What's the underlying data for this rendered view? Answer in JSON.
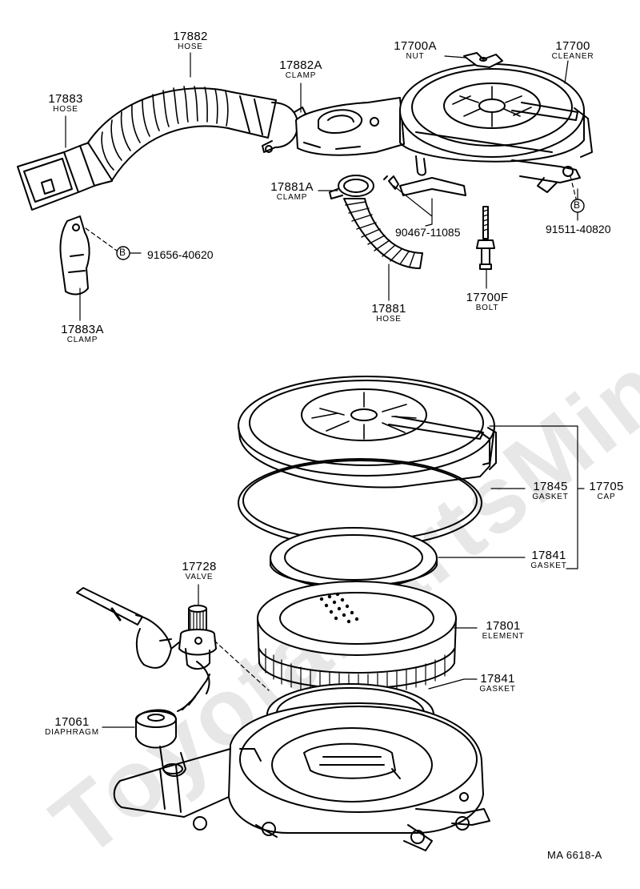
{
  "watermark": "ToyotaPartsMine.ru",
  "diagram_code": "MA 6618-A",
  "bolt_marker": "B",
  "parts": {
    "p17882": {
      "num": "17882",
      "name": "HOSE"
    },
    "p17883": {
      "num": "17883",
      "name": "HOSE"
    },
    "p17882A": {
      "num": "17882A",
      "name": "CLAMP"
    },
    "p17700A": {
      "num": "17700A",
      "name": "NUT"
    },
    "p17700": {
      "num": "17700",
      "name": "CLEANER"
    },
    "p17881A": {
      "num": "17881A",
      "name": "CLAMP"
    },
    "p90467": {
      "num": "90467-11085"
    },
    "p91511": {
      "num": "91511-40820"
    },
    "p91656": {
      "num": "91656-40620"
    },
    "p17881": {
      "num": "17881",
      "name": "HOSE"
    },
    "p17700F": {
      "num": "17700F",
      "name": "BOLT"
    },
    "p17883A": {
      "num": "17883A",
      "name": "CLAMP"
    },
    "p17845": {
      "num": "17845",
      "name": "GASKET"
    },
    "p17705": {
      "num": "17705",
      "name": "CAP"
    },
    "p17841a": {
      "num": "17841",
      "name": "GASKET"
    },
    "p17728": {
      "num": "17728",
      "name": "VALVE"
    },
    "p17801": {
      "num": "17801",
      "name": "ELEMENT"
    },
    "p17841b": {
      "num": "17841",
      "name": "GASKET"
    },
    "p17061": {
      "num": "17061",
      "name": "DIAPHRAGM"
    }
  }
}
